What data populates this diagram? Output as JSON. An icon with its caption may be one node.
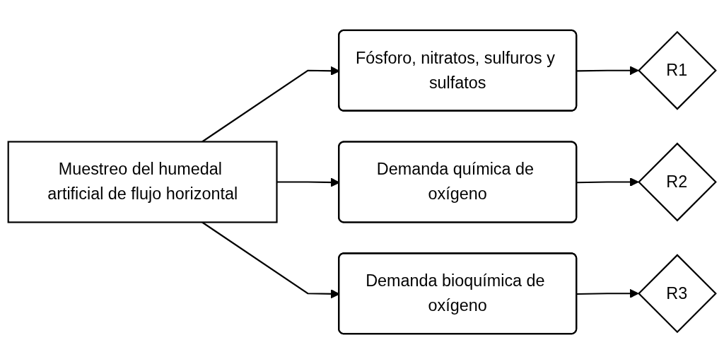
{
  "diagram": {
    "nodes": [
      {
        "text": [
          "Muestreo del humedal artificial de flujo horizontal"
        ]
      },
      {
        "text": [
          "Fósforo, nitratos, sulfuros y sulfatos"
        ]
      },
      {
        "text": [
          "R1"
        ]
      },
      {
        "text": [
          "Demanda química de oxígeno"
        ]
      },
      {
        "text": [
          "R2"
        ]
      },
      {
        "text": [
          "Demanda bioquímica de oxígeno"
        ]
      },
      {
        "text": [
          "R3"
        ]
      }
    ],
    "edges": [
      {
        "from": 0,
        "to": 1,
        "arrow": "to"
      },
      {
        "from": 1,
        "to": 2,
        "arrow": "to"
      },
      {
        "from": 0,
        "to": 3,
        "arrow": "to"
      },
      {
        "from": 3,
        "to": 4,
        "arrow": "to"
      },
      {
        "from": 0,
        "to": 5,
        "arrow": "to"
      },
      {
        "from": 5,
        "to": 6,
        "arrow": "to"
      }
    ]
  }
}
